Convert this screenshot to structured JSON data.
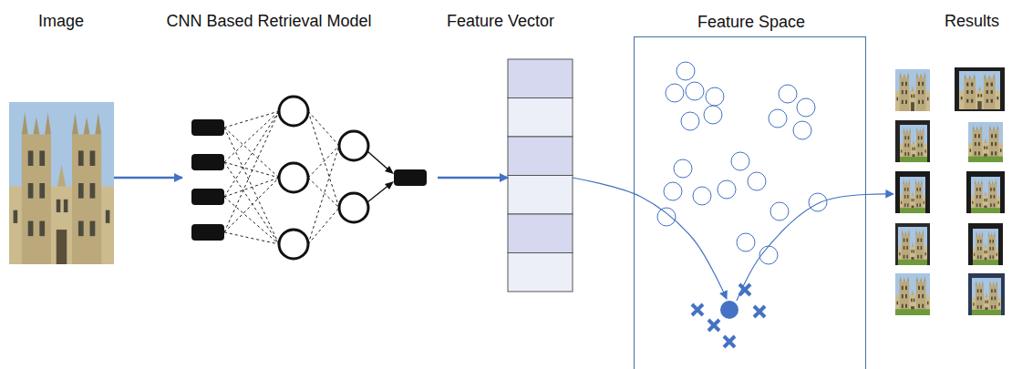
{
  "diagram": {
    "nodes": [
      {
        "text": [
          "Image"
        ]
      },
      {
        "text": [
          "CNN Based Retrieval Model"
        ]
      },
      {
        "text": [
          "Feature Vector"
        ]
      },
      {
        "text": [
          "Feature Space"
        ]
      },
      {
        "text": [
          "Results"
        ]
      }
    ],
    "edges": [
      {
        "from": 0,
        "to": 1,
        "arrow": "to"
      },
      {
        "from": 1,
        "to": 2,
        "arrow": "to"
      },
      {
        "from": 2,
        "to": 3,
        "arrow": "to"
      },
      {
        "from": 3,
        "to": 4,
        "arrow": "to"
      }
    ]
  }
}
